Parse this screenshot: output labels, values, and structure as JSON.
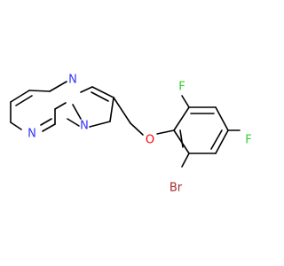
{
  "molecule": {
    "atoms": {
      "n_bridge": {
        "symbol": "N",
        "color": "#3333ff"
      },
      "n_imidazole": {
        "symbol": "N",
        "color": "#3333ff"
      },
      "n_pyrimidine": {
        "symbol": "N",
        "color": "#3333ff"
      },
      "o_ether": {
        "symbol": "O",
        "color": "#ff0000"
      },
      "f_ortho": {
        "symbol": "F",
        "color": "#33cc33"
      },
      "f_para": {
        "symbol": "F",
        "color": "#33cc33"
      },
      "br_ortho": {
        "symbol": "Br",
        "color": "#a62929"
      }
    }
  }
}
